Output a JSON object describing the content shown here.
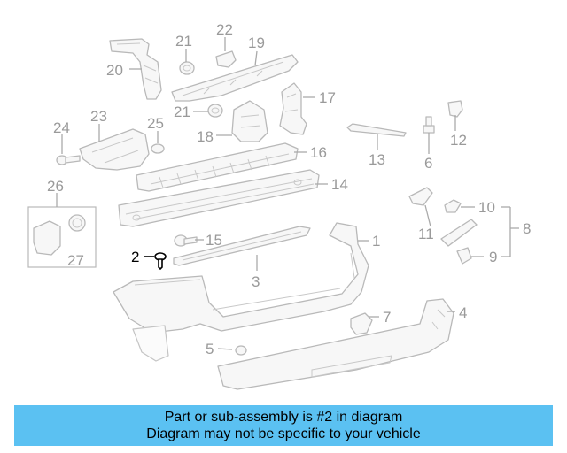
{
  "callouts": {
    "c1": "1",
    "c2": "2",
    "c3": "3",
    "c4": "4",
    "c5": "5",
    "c6": "6",
    "c7": "7",
    "c8": "8",
    "c9": "9",
    "c10": "10",
    "c11": "11",
    "c12": "12",
    "c13": "13",
    "c14": "14",
    "c15": "15",
    "c16": "16",
    "c17": "17",
    "c18": "18",
    "c19": "19",
    "c20": "20",
    "c21a": "21",
    "c21b": "21",
    "c22": "22",
    "c23": "23",
    "c24": "24",
    "c25": "25",
    "c26": "26",
    "c27": "27"
  },
  "highlighted_part": "2",
  "colors": {
    "banner_background": "#5bc1f2",
    "part_outline": "#b9b9b9",
    "callout_text": "#9a9a9a",
    "highlight": "#000000"
  },
  "banner": {
    "line1": "Part or sub-assembly is #2 in diagram",
    "line2": "Diagram may not be specific to your vehicle"
  }
}
